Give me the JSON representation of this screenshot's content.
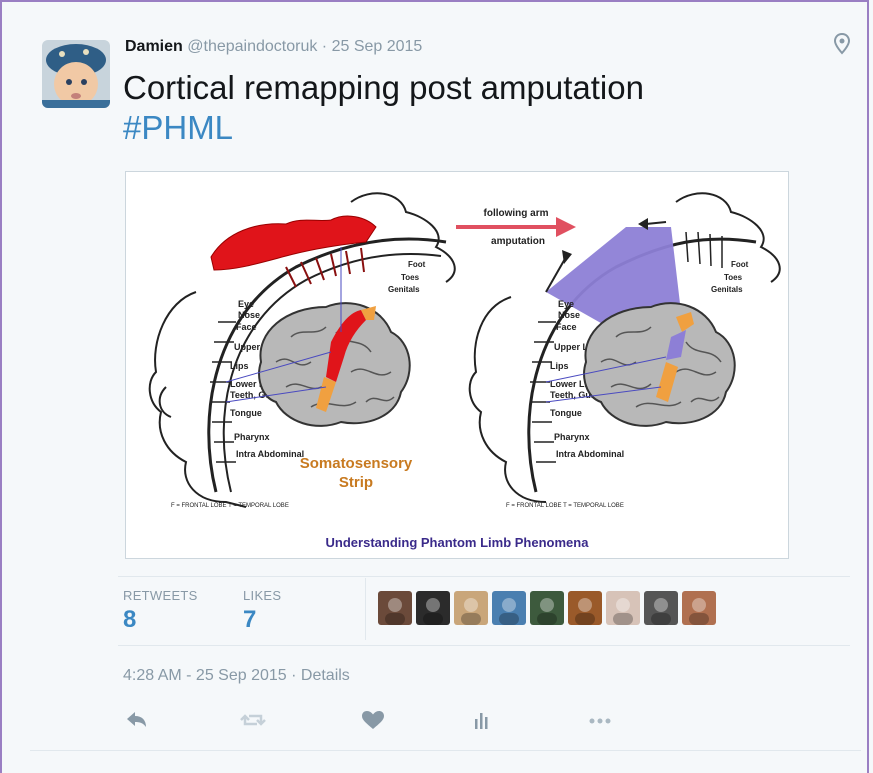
{
  "tweet": {
    "author_name": "Damien",
    "handle": "@thepaindoctoruk",
    "date_sep": " · ",
    "date": "25 Sep 2015",
    "text": "Cortical remapping post amputation",
    "hashtag": "#PHML"
  },
  "figure": {
    "arrow_label_line1": "following arm",
    "arrow_label_line2": "amputation",
    "strip_label_line1": "Somatosensory",
    "strip_label_line2": "Strip",
    "caption": "Understanding Phantom Limb Phenomena",
    "footnote": "F = FRONTAL LOBE   T = TEMPORAL LOBE",
    "left_labels": [
      "Eye",
      "Nose",
      "Face",
      "Upper Lip",
      "Lips",
      "Lower Lip",
      "Teeth, Gums",
      "Tongue",
      "Pharynx",
      "Intra Abdominal"
    ],
    "top_labels": [
      "Foot",
      "Toes",
      "Genitals"
    ]
  },
  "stats": {
    "retweets_label": "RETWEETS",
    "retweets_count": "8",
    "likes_label": "LIKES",
    "likes_count": "7"
  },
  "likers": [
    {
      "icon": "liker-avatar-1",
      "color": "#6b4a3a"
    },
    {
      "icon": "liker-avatar-2",
      "color": "#2b2b2b"
    },
    {
      "icon": "liker-avatar-3",
      "color": "#c9a67a"
    },
    {
      "icon": "liker-avatar-4",
      "color": "#4a7fb0"
    },
    {
      "icon": "liker-avatar-5",
      "color": "#3d5a3d"
    },
    {
      "icon": "liker-avatar-6",
      "color": "#9a5a2a"
    },
    {
      "icon": "liker-avatar-7",
      "color": "#d7c3b8"
    },
    {
      "icon": "liker-avatar-8",
      "color": "#555555"
    },
    {
      "icon": "liker-avatar-9",
      "color": "#b07050"
    }
  ],
  "footer": {
    "timestamp": "4:28 AM - 25 Sep 2015",
    "details_sep": " · ",
    "details": "Details"
  },
  "actions": [
    "reply-icon",
    "retweet-icon",
    "like-icon",
    "analytics-icon",
    "more-icon"
  ],
  "colors": {
    "accent": "#3b88c3",
    "muted": "#8899a6",
    "cortex_red": "#e0141a",
    "remap_purple": "#8d7fd6",
    "strip_orange": "#f0a040"
  }
}
